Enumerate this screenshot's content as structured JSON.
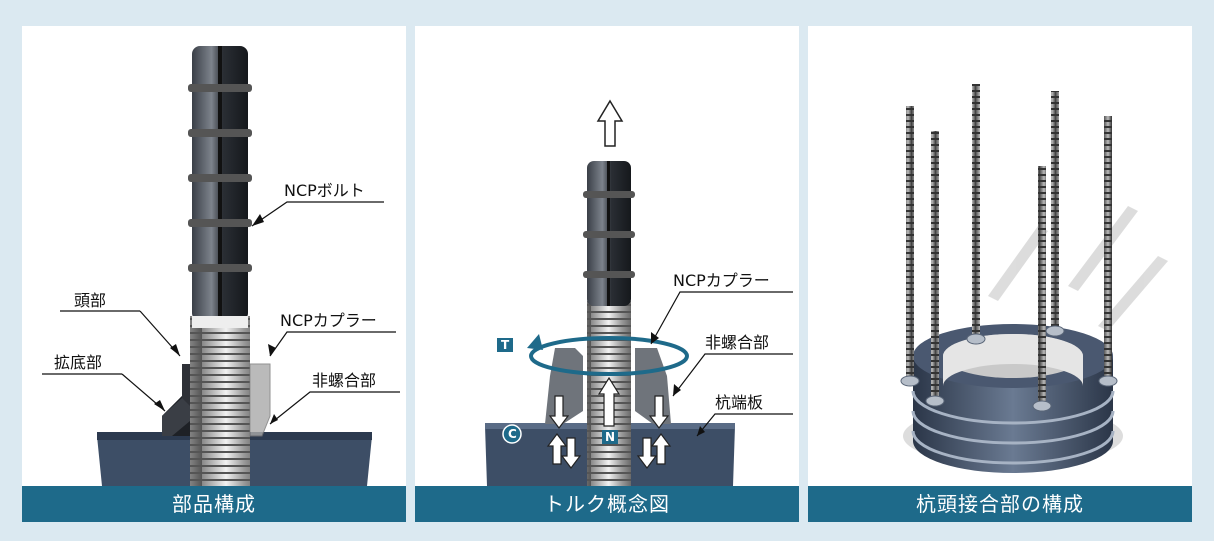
{
  "panels": [
    {
      "caption": "部品構成",
      "labels": {
        "bolt": "NCPボルト",
        "head": "頭部",
        "coupler": "NCPカプラー",
        "base": "拡底部",
        "unthreaded": "非螺合部"
      }
    },
    {
      "caption": "トルク概念図",
      "labels": {
        "coupler": "NCPカプラー",
        "unthreaded": "非螺合部",
        "end_plate": "杭端板",
        "t": "T",
        "c": "C",
        "n": "N"
      }
    },
    {
      "caption": "杭頭接合部の構成"
    }
  ],
  "colors": {
    "background": "#dbe9f1",
    "caption_bar": "#1e6a8a",
    "steel_plate": "#3d4e66",
    "bolt": "#333a44"
  }
}
